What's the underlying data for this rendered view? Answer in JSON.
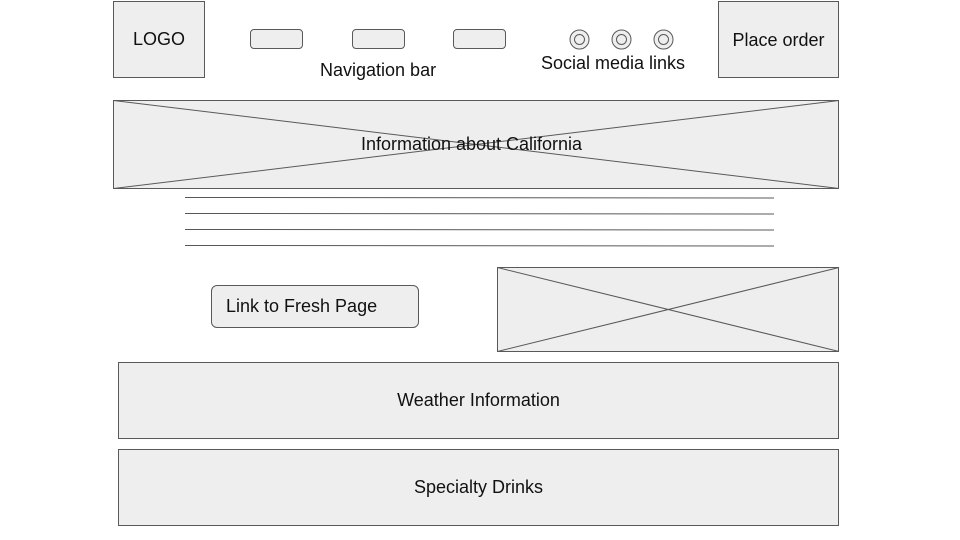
{
  "header": {
    "logo_label": "LOGO",
    "nav_caption": "Navigation bar",
    "social_caption": "Social media links",
    "order_label": "Place order"
  },
  "hero": {
    "label": "Information about California"
  },
  "main": {
    "fresh_link_label": "Link to Fresh Page"
  },
  "sections": {
    "weather_label": "Weather Information",
    "drinks_label": "Specialty Drinks"
  },
  "colors": {
    "fill": "#eeeeee",
    "stroke": "#595959",
    "text": "#111111"
  }
}
